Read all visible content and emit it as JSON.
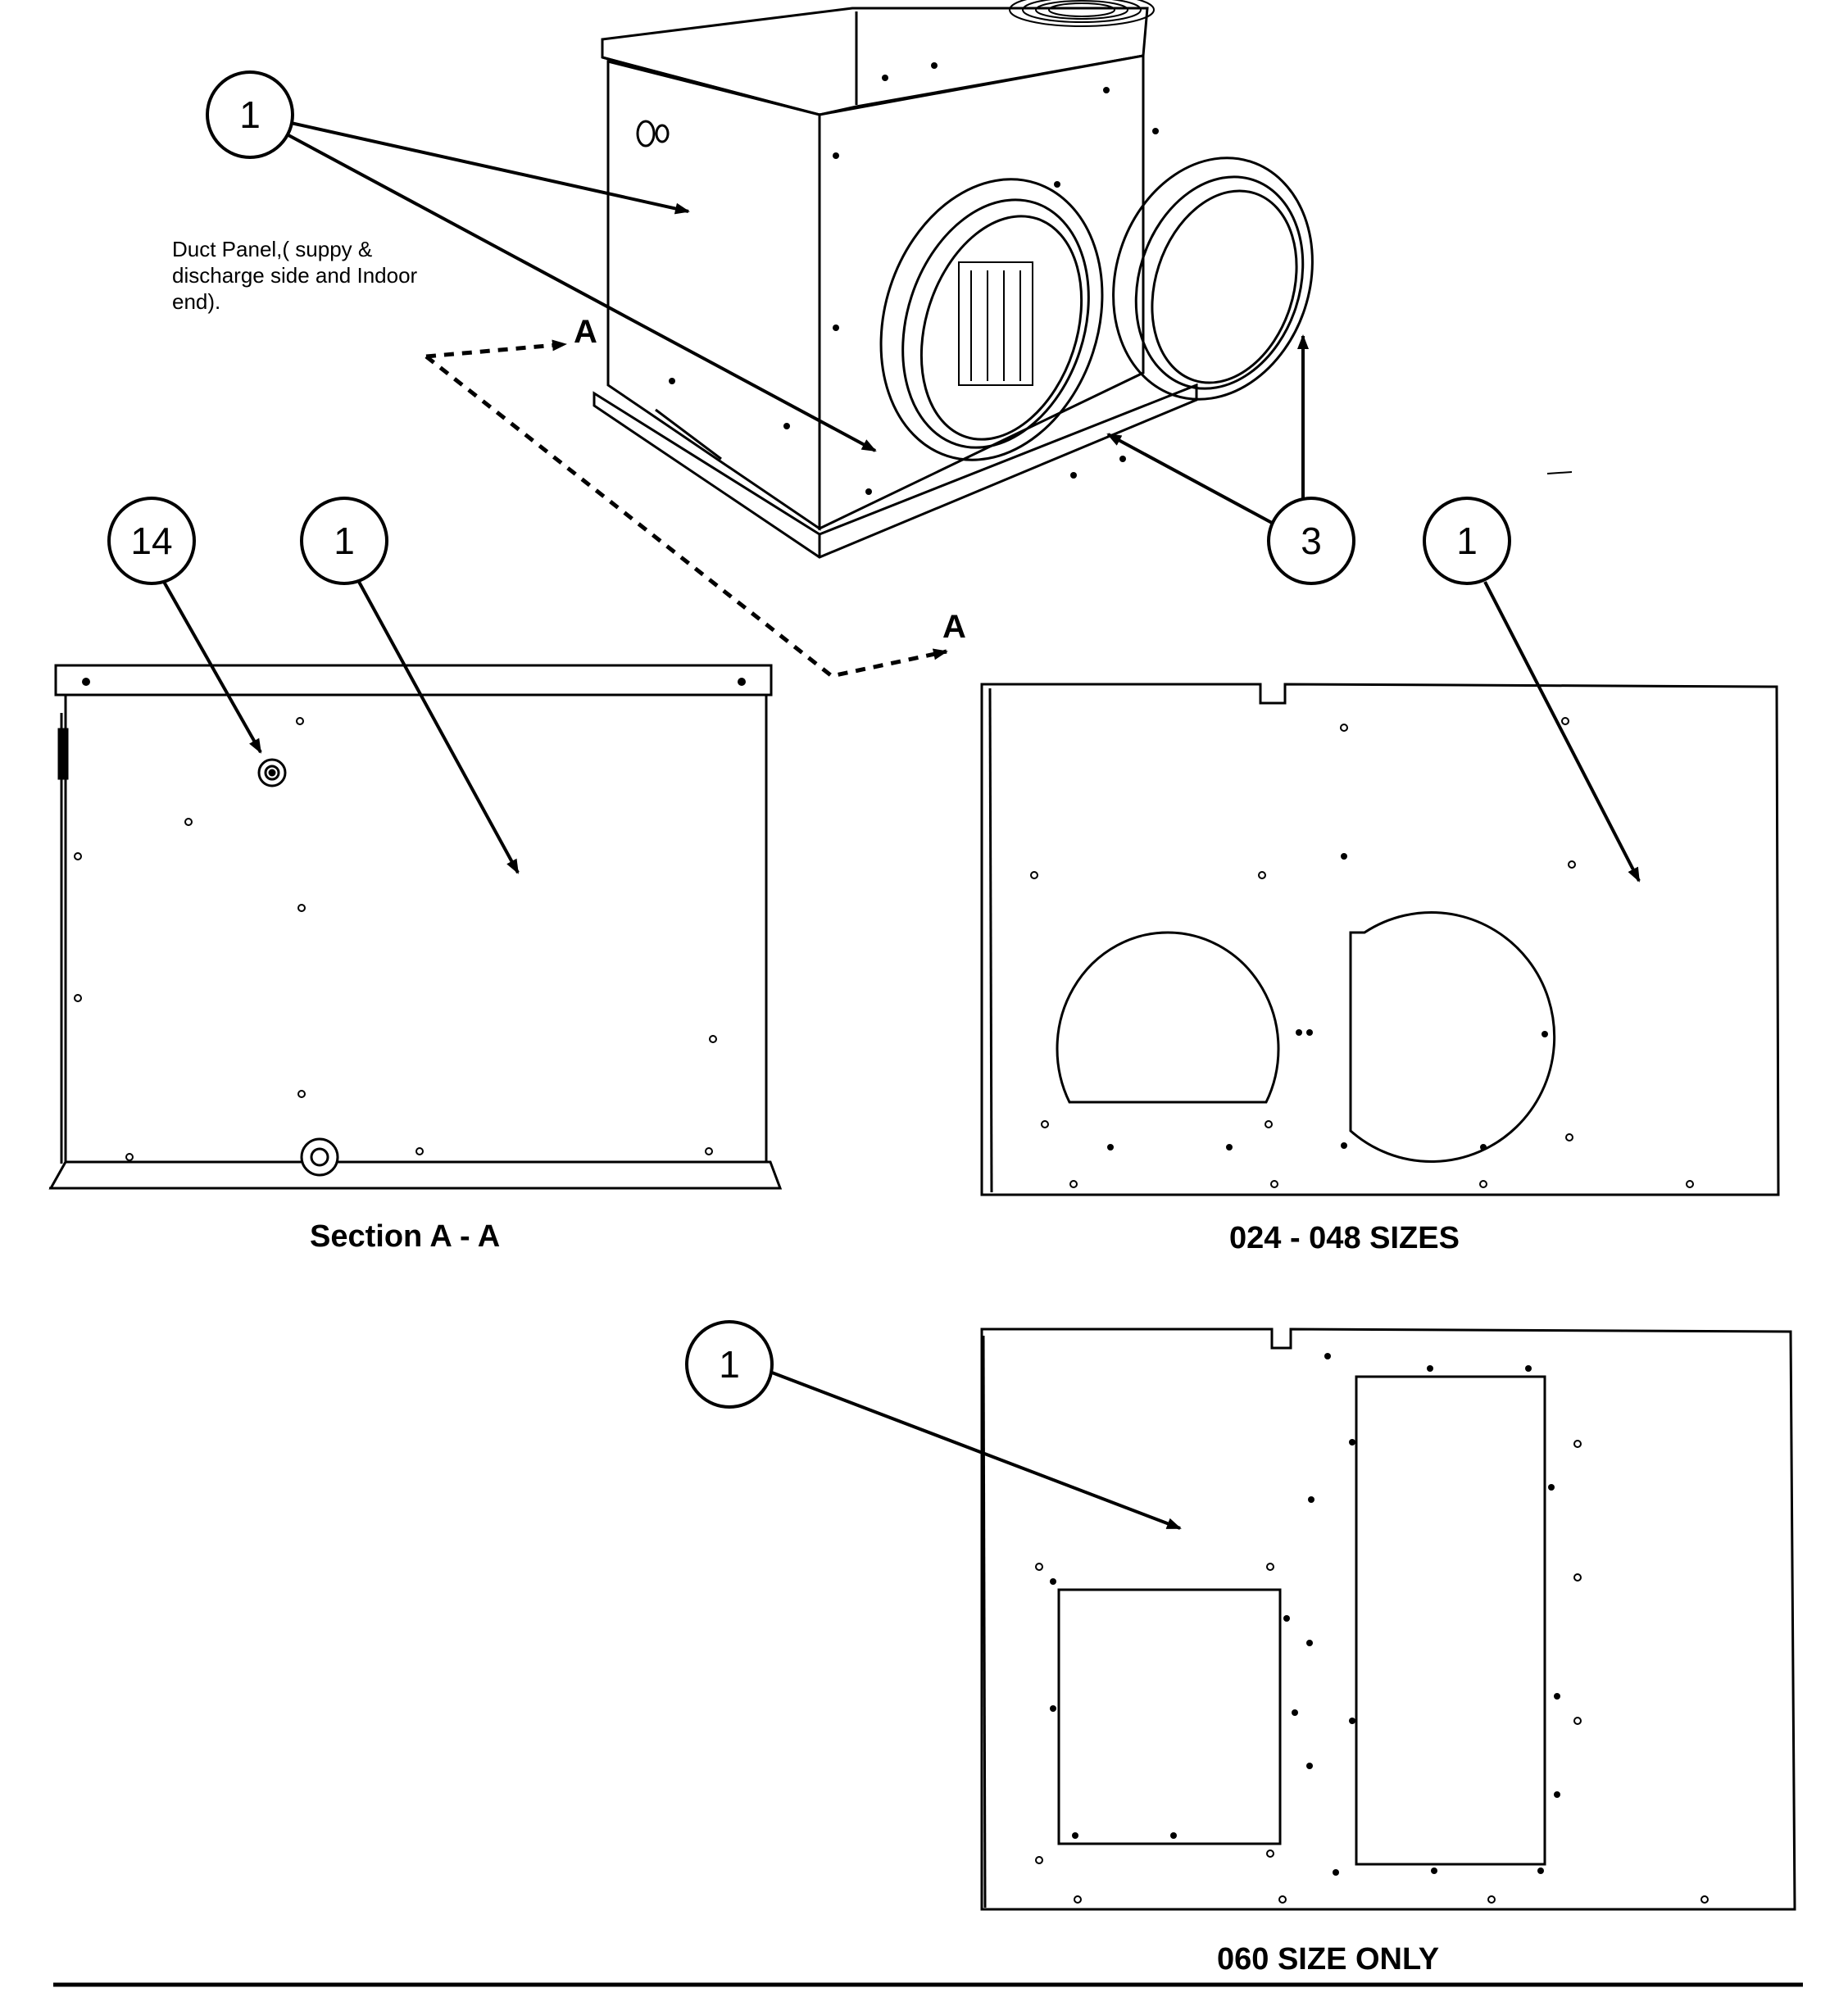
{
  "note_text": "Duct Panel,( suppy & discharge side and Indoor end).",
  "callouts": {
    "top_left": "1",
    "section_14": "14",
    "section_1": "1",
    "openings_3": "3",
    "sizes_1": "1",
    "size060_1": "1"
  },
  "section_marker": {
    "top": "A",
    "bottom": "A"
  },
  "captions": {
    "section": "Section A - A",
    "sizes_024_048": "024 - 048 SIZES",
    "size_060": "060 SIZE ONLY"
  },
  "colors": {
    "ink": "#000000",
    "paper": "#ffffff"
  }
}
